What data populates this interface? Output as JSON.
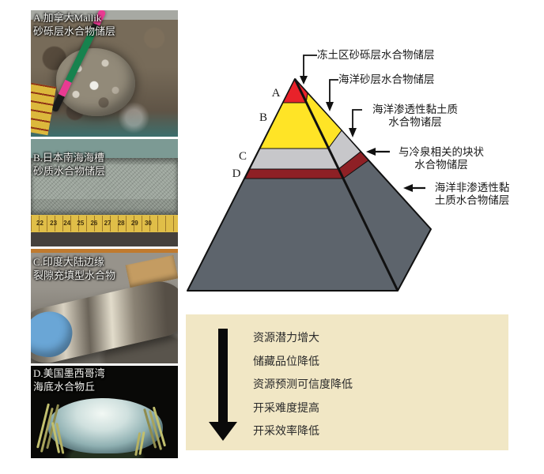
{
  "photos": {
    "a": {
      "line1": "A.加拿大Mallik",
      "line2": "砂砾层水合物储层"
    },
    "b": {
      "line1": "B.日本南海海槽",
      "line2": "砂质水合物储层",
      "ruler": "22 23 24 25 26 27 28 29 30"
    },
    "c": {
      "line1": "C.印度大陆边缘",
      "line2": "裂隙充填型水合物"
    },
    "d": {
      "line1": "D.美国墨西哥湾",
      "line2": "海底水合物丘"
    }
  },
  "pyramid": {
    "letters": {
      "a": "A",
      "b": "B",
      "c": "C",
      "d": "D"
    },
    "callouts": {
      "permafrost": "冻土区砂砾层水合物储层",
      "marine_sand": "海洋砂层水合物储层",
      "perm_clay_line1": "海洋渗透性黏土质",
      "perm_clay_line2": "水合物诸层",
      "seep_line1": "与冷泉相关的块状",
      "seep_line2": "水合物储层",
      "imperm_clay_line1": "海洋非渗透性黏",
      "imperm_clay_line2": "土质水合物储层"
    },
    "colors": {
      "layer_a_red": "#e8222a",
      "layer_b_yellow": "#ffe426",
      "layer_c_gray": "#c7c7ca",
      "layer_d_darkred": "#8e2025",
      "base_darkgray": "#5d646c"
    }
  },
  "legend": {
    "bg_color": "#f1e7c5",
    "items": [
      "资源潜力增大",
      "储藏品位降低",
      "资源预测可信度降低",
      "开采难度提高",
      "开采效率降低"
    ]
  }
}
